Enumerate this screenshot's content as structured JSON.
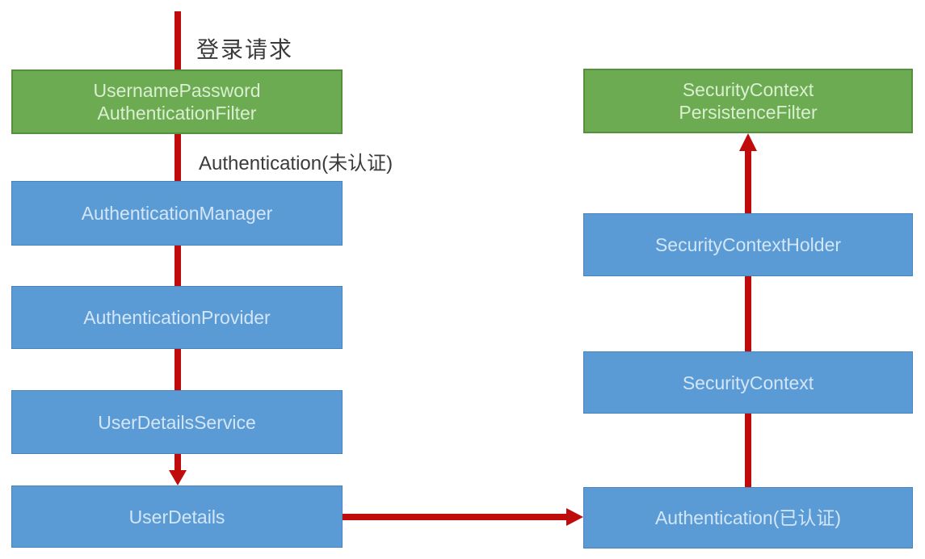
{
  "labels": {
    "login_request": "登录请求",
    "authentication_unauthenticated": "Authentication(未认证)"
  },
  "left_column": {
    "filter_line1": "UsernamePassword",
    "filter_line2": "AuthenticationFilter",
    "manager": "AuthenticationManager",
    "provider": "AuthenticationProvider",
    "service": "UserDetailsService",
    "details": "UserDetails"
  },
  "right_column": {
    "filter_line1": "SecurityContext",
    "filter_line2": "PersistenceFilter",
    "holder": "SecurityContextHolder",
    "context": "SecurityContext",
    "authentication": "Authentication(已认证)"
  },
  "colors": {
    "box_green": "#6cab52",
    "box_green_border": "#55903c",
    "box_green_text": "#d9efd0",
    "box_blue": "#5b9bd5",
    "box_blue_border": "#4a84c0",
    "box_blue_text": "#d2e6f7",
    "arrow_red": "#c00b0c",
    "label_text": "#3a3a3a"
  }
}
